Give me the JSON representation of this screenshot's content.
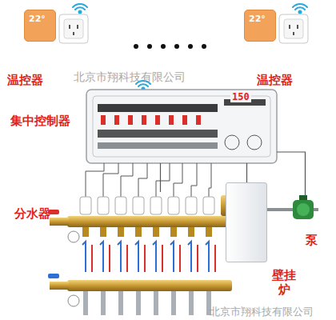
{
  "diagram": {
    "nodes": [
      {
        "text": [
          "22°",
          "温控器"
        ]
      },
      {
        "text": [
          "22°",
          "温控器"
        ]
      },
      {
        "text": [
          "150",
          "集中控制器"
        ]
      },
      {
        "text": [
          "分水器"
        ]
      },
      {
        "text": [
          "壁挂炉"
        ]
      },
      {
        "text": [
          "泵"
        ]
      }
    ],
    "edges": [
      {
        "from": 2,
        "to": 3,
        "arrow": "none"
      },
      {
        "from": 2,
        "to": 4,
        "arrow": "none"
      },
      {
        "from": 2,
        "to": 5,
        "arrow": "none"
      }
    ],
    "labels": [
      "北京市翔科技有限公司",
      "北京市翔科技有限公司"
    ]
  }
}
